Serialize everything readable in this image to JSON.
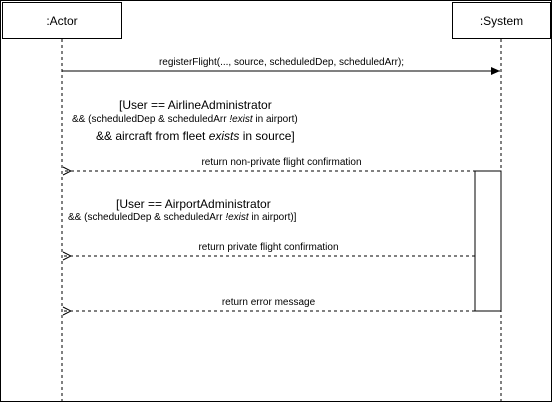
{
  "participants": {
    "actor": ":Actor",
    "system": ":System"
  },
  "messages": {
    "register": "registerFlight(..., source, scheduledDep, scheduledArr);",
    "return_nonprivate": "return non-private flight confirmation",
    "return_private": "return private flight confirmation",
    "return_error": "return error message"
  },
  "guard1": {
    "line1": "[User == AirlineAdministrator",
    "line2_a": "&& (scheduledDep & scheduledArr ",
    "line2_b": "!exist",
    "line2_c": " in airport)",
    "line3_a": "&& aircraft from fleet ",
    "line3_b": "exists",
    "line3_c": " in source]"
  },
  "guard2": {
    "line1": "[User == AirportAdministrator",
    "line2_a": "&& (scheduledDep & scheduledArr ",
    "line2_b": "!exist",
    "line2_c": " in airport)]"
  },
  "colors": {
    "line": "#000000",
    "background": "#ffffff"
  }
}
